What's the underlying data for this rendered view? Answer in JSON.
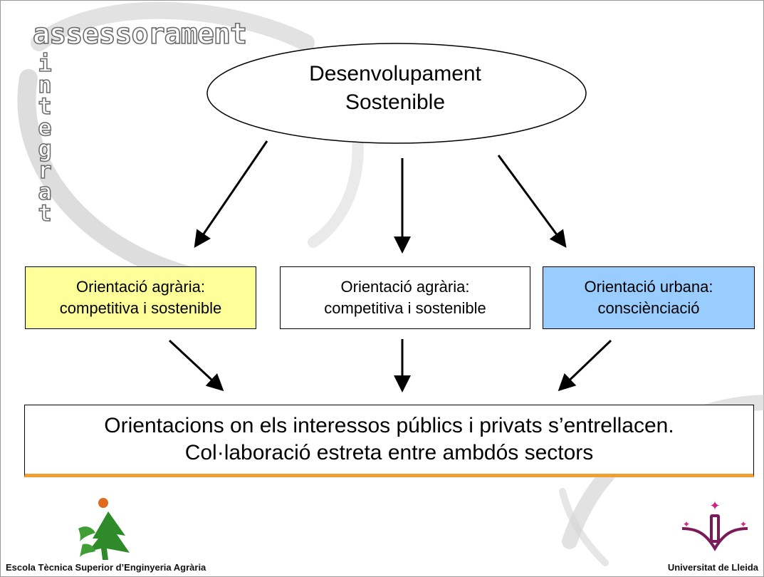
{
  "brand": {
    "title": "assessorament",
    "vertical": "integrat"
  },
  "diagram": {
    "top_node": {
      "line1": "Desenvolupament",
      "line2": "Sostenible"
    },
    "middle_nodes": [
      {
        "line1": "Orientació agrària:",
        "line2": "competitiva i sostenible",
        "fill": "#ffff99"
      },
      {
        "line1": "Orientació agrària:",
        "line2": "competitiva i sostenible",
        "fill": "#ffffff"
      },
      {
        "line1": "Orientació urbana:",
        "line2": "consciènciació",
        "fill": "#99ccff"
      }
    ],
    "bottom_node": {
      "line1": "Orientacions on els interessos públics i privats s’entrellacen.",
      "line2": "Col·laboració estreta entre ambdós sectors"
    },
    "colors": {
      "accent_underline": "#f0a030",
      "arrow": "#000000"
    }
  },
  "footer": {
    "left_caption": "Escola Tècnica Superior d’Enginyeria Agrària",
    "right_caption": "Universitat de Lleida",
    "left_logo_icon": "tree-logo-icon",
    "right_logo_icon": "university-crest-icon"
  }
}
